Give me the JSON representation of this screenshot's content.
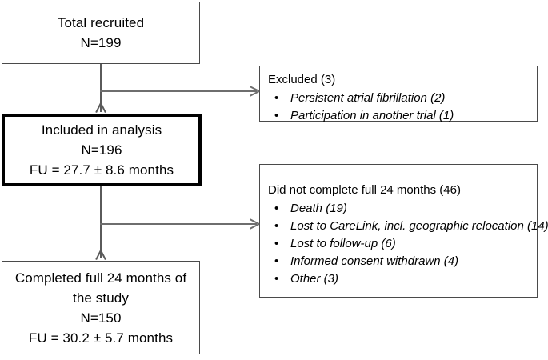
{
  "diagram": {
    "type": "study-flow-chart",
    "nodes": {
      "total_recruited": {
        "lines": [
          "Total recruited",
          "N=199"
        ]
      },
      "included_in_analysis": {
        "lines": [
          "Included in analysis",
          "N=196",
          "FU = 27.7 ± 8.6 months"
        ]
      },
      "completed_study": {
        "lines": [
          "Completed full 24 months of",
          "the study",
          "N=150",
          "FU = 30.2 ± 5.7 months"
        ]
      },
      "excluded": {
        "title": "Excluded (3)",
        "bullet": "•",
        "items": [
          "Persistent atrial fibrillation (2)",
          "Participation in another trial (1)"
        ]
      },
      "did_not_complete": {
        "title": "Did not complete full 24 months (46)",
        "bullet": "•",
        "items": [
          "Death (19)",
          "Lost to CareLink, incl. geographic relocation (14)",
          "Lost to follow-up (6)",
          "Informed consent withdrawn (4)",
          "Other (3)"
        ]
      }
    },
    "colors": {
      "background": "#ffffff",
      "text": "#000000",
      "thin_border": "#4a4a4a",
      "thick_border": "#000000",
      "connector": "#5a5a5a"
    }
  }
}
